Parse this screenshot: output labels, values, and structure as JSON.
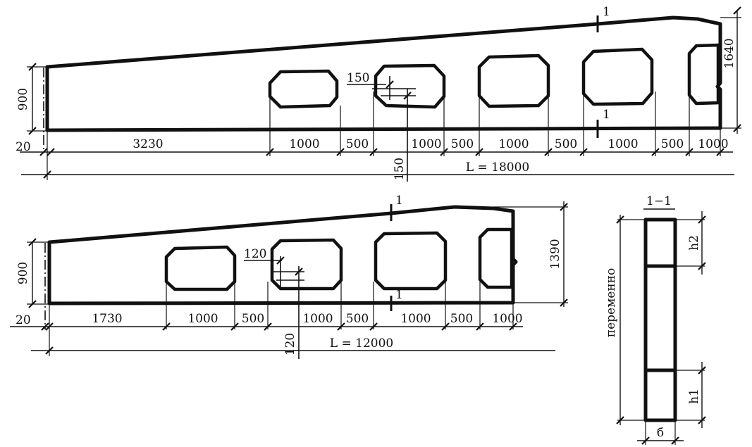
{
  "beam_18m": {
    "span_label": "L = 18000",
    "height_end_label": "900",
    "height_mid_label": "1640",
    "support_label": "20",
    "segments": [
      "3230",
      "1000",
      "500",
      "1000",
      "500",
      "1000",
      "500",
      "1000",
      "500",
      "1000"
    ],
    "chamfer_label": "150",
    "chamfer_vertical_label": "150",
    "section_mark": "1"
  },
  "beam_12m": {
    "span_label": "L = 12000",
    "height_end_label": "900",
    "height_mid_label": "1390",
    "support_label": "20",
    "segments": [
      "1730",
      "1000",
      "500",
      "1000",
      "500",
      "1000",
      "500",
      "1000"
    ],
    "chamfer_label": "120",
    "chamfer_vertical_label": "120",
    "section_mark": "1"
  },
  "section": {
    "title": "1−1",
    "height_label": "переменно",
    "top_flange_label": "h2",
    "bottom_flange_label": "h1",
    "width_label": "б"
  }
}
